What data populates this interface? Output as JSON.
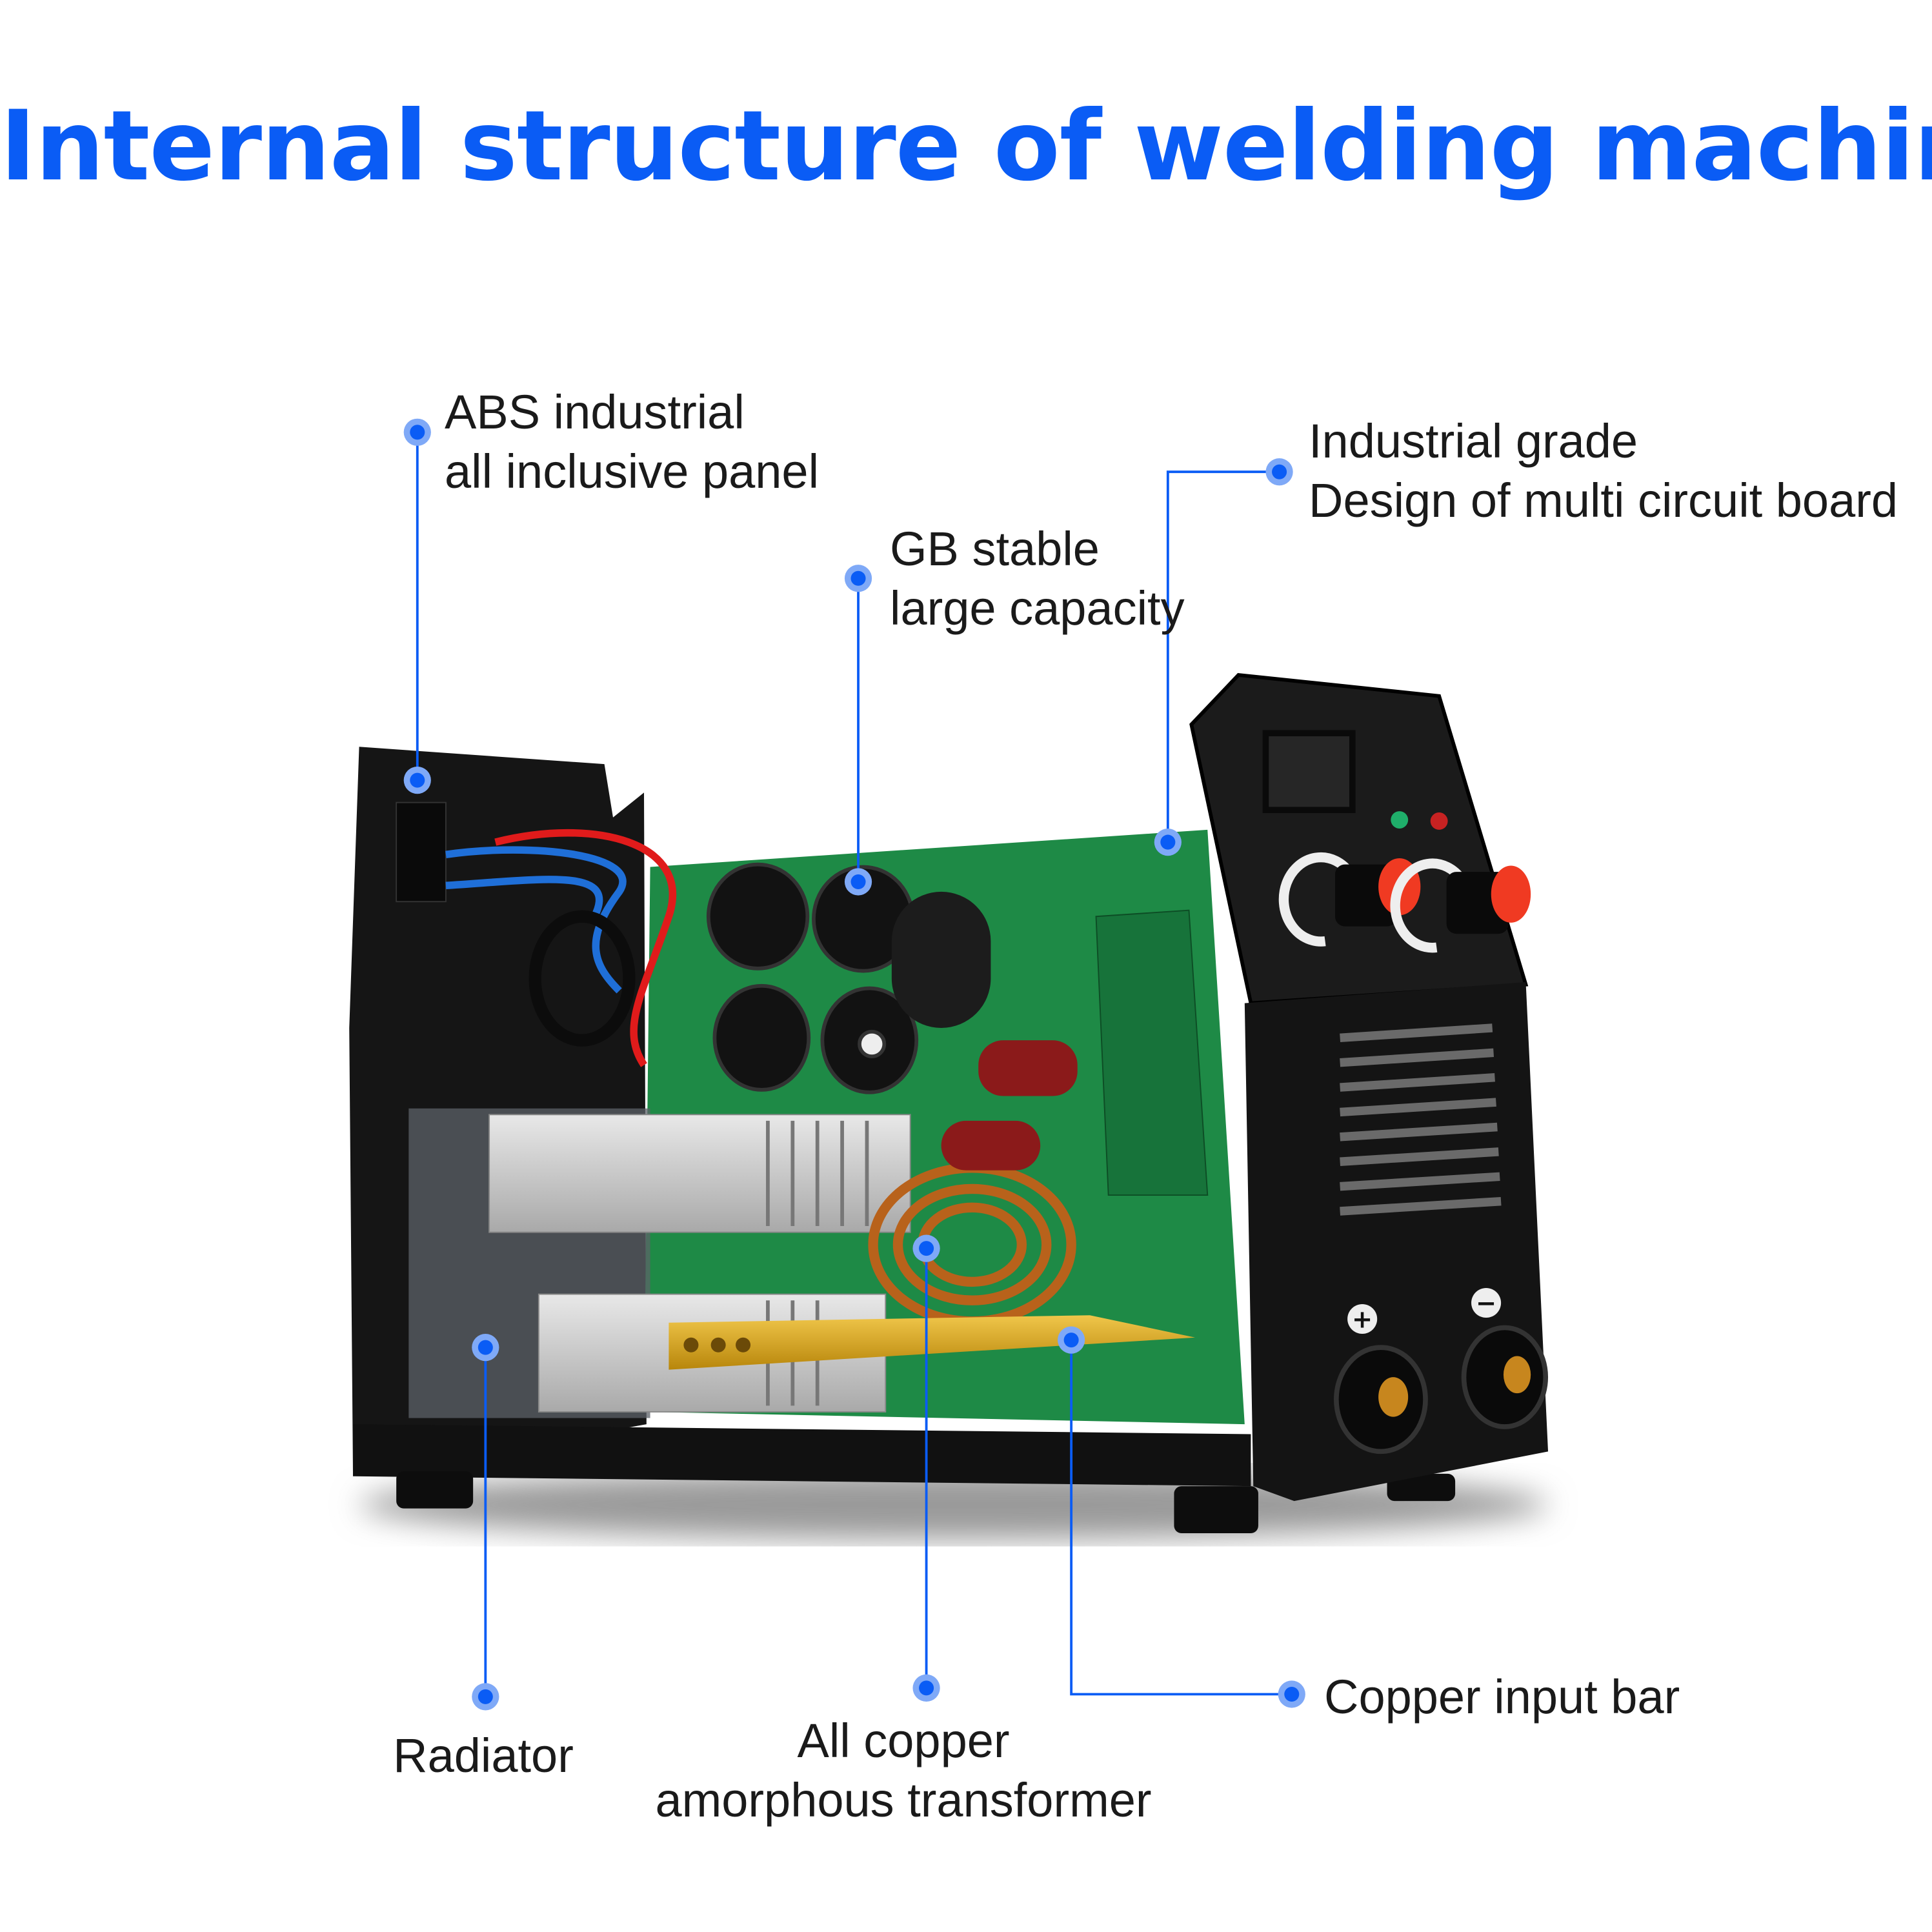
{
  "title": "Internal structure of welding machine",
  "colors": {
    "accent": "#0a5cf5",
    "dot_halo": "#7fa9f7",
    "text": "#1a1a1a"
  },
  "callouts": {
    "abs_panel": {
      "lines": [
        "ABS industrial",
        "all inclusive panel"
      ]
    },
    "capacitor": {
      "lines": [
        "GB stable",
        "large capacity"
      ]
    },
    "circuit_board": {
      "lines": [
        "Industrial grade",
        "Design of multi circuit board"
      ]
    },
    "radiator": {
      "lines": [
        "Radiator"
      ]
    },
    "transformer": {
      "lines": [
        "All copper",
        "amorphous transformer"
      ]
    },
    "copper_bar": {
      "lines": [
        "Copper input bar"
      ]
    }
  },
  "machine": {
    "terminal_plus": "+",
    "terminal_minus": "−"
  }
}
